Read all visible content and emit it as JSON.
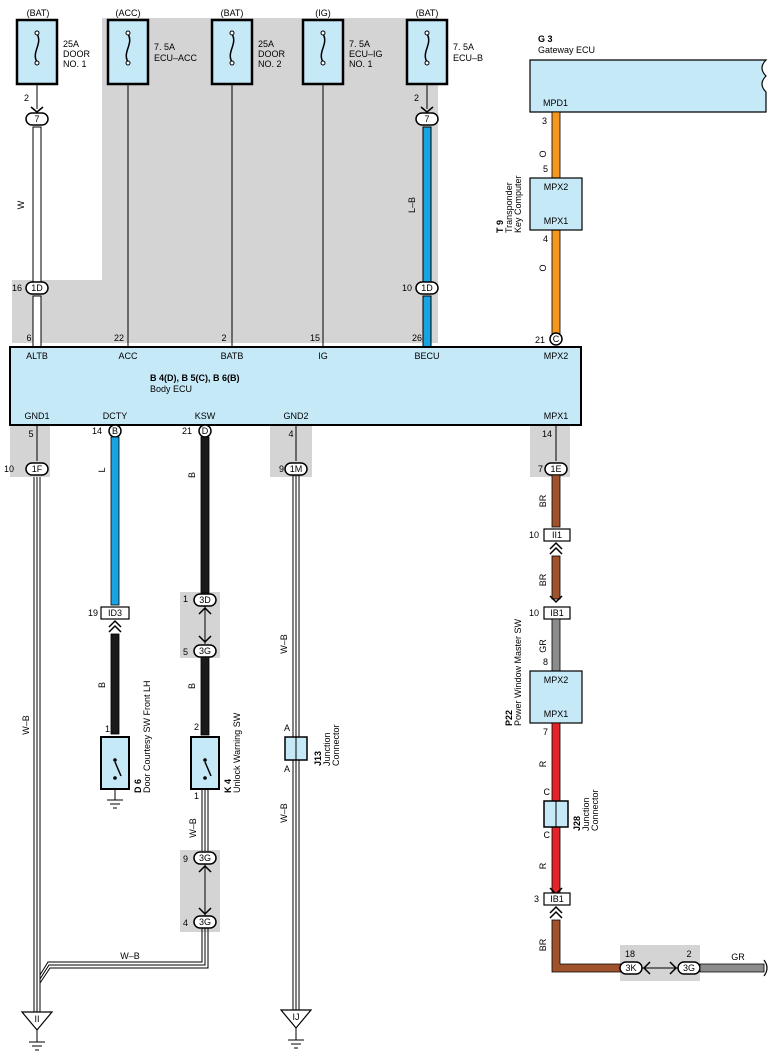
{
  "colors": {
    "ecu_fill": "#c6e9f8",
    "shade": "#d4d4d4",
    "wire_L": "#18a3e2",
    "wire_O": "#f5961f",
    "wire_BR": "#a0522d",
    "wire_R": "#e2252a",
    "wire_GR": "#8c8c8c",
    "wire_B": "#1a1a1a"
  },
  "fuses": [
    {
      "source": "(BAT)",
      "rating": "25A",
      "line2": "DOOR",
      "line3": "NO. 1"
    },
    {
      "source": "(ACC)",
      "rating": "7. 5A",
      "line2": "ECU–ACC",
      "line3": ""
    },
    {
      "source": "(BAT)",
      "rating": "25A",
      "line2": "DOOR",
      "line3": "NO. 2"
    },
    {
      "source": "(IG)",
      "rating": "7. 5A",
      "line2": "ECU–IG",
      "line3": "NO. 1"
    },
    {
      "source": "(BAT)",
      "rating": "7. 5A",
      "line2": "ECU–B",
      "line3": ""
    }
  ],
  "gateway": {
    "code": "G 3",
    "name": "Gateway ECU",
    "pin_name": "MPD1",
    "pin_no": "3"
  },
  "transponder": {
    "code": "T 9",
    "name1": "Transponder",
    "name2": "Key Computer",
    "pin_top": "MPX2",
    "pin_bot": "MPX1",
    "top_no": "5",
    "bot_no": "4"
  },
  "body_ecu": {
    "title": "B 4(D), B 5(C), B 6(B)",
    "name": "Body ECU",
    "top_pins": [
      "ALTB",
      "ACC",
      "BATB",
      "IG",
      "BECU",
      "MPX2"
    ],
    "top_nums": [
      "6",
      "22",
      "2",
      "15",
      "26",
      "21"
    ],
    "bottom_pins": [
      "GND1",
      "DCTY",
      "KSW",
      "GND2",
      "MPX1"
    ],
    "bottom_nums": [
      "5",
      "14",
      "21",
      "4",
      "14"
    ]
  },
  "connectors": {
    "c7a": "7",
    "c7b": "7",
    "c1d_a": "1D",
    "c1d_b": "1D",
    "c1d_a_no": "16",
    "c1d_b_no": "10",
    "fuse1_pin": "2",
    "fuse5_pin": "2",
    "cC": "C",
    "cB": "B",
    "cD": "D",
    "c1F": "1F",
    "c1F_no": "10",
    "c1M": "1M",
    "c1M_no": "9",
    "c1E": "1E",
    "c1E_no": "7",
    "cII1": "II1",
    "cII1_no": "10",
    "cIB1a": "IB1",
    "cIB1a_no": "10",
    "cID3": "ID3",
    "cID3_no": "19",
    "c3D": "3D",
    "c3D_no": "1",
    "c3G_a": "3G",
    "c3G_a_no": "5",
    "c3G_b": "3G",
    "c3G_b_no": "9",
    "c3G_c": "3G",
    "c3G_c_no": "4",
    "cIB1b": "IB1",
    "cIB1b_no": "3",
    "c3K": "3K",
    "c3K_no": "18",
    "c3G_d": "3G",
    "c3G_d_no": "2"
  },
  "wire_labels": {
    "w1": "W",
    "w2": "L–B",
    "o1": "O",
    "o2": "O",
    "l1": "L",
    "b1": "B",
    "b2": "B",
    "b3": "B",
    "wb1": "W–B",
    "wb2": "W–B",
    "wb3": "W–B",
    "wb4": "W–B",
    "wb5": "W–B",
    "br1": "BR",
    "br2": "BR",
    "br3": "BR",
    "gr1": "GR",
    "gr2": "GR",
    "r1": "R",
    "r2": "R"
  },
  "components": {
    "d6": {
      "code": "D 6",
      "name": "Door Courtesy SW Front LH",
      "pin": "1"
    },
    "k4": {
      "code": "K 4",
      "name": "Unlock Warning SW",
      "pin_top": "2",
      "pin_bot": "1"
    },
    "j13": {
      "code": "J13",
      "name1": "Junction",
      "name2": "Connector",
      "pin_top": "A",
      "pin_bot": "A"
    },
    "p22": {
      "code": "P22",
      "name": "Power Window Master SW",
      "pin_top": "MPX2",
      "pin_bot": "MPX1",
      "top_no": "8",
      "bot_no": "7"
    },
    "j28": {
      "code": "J28",
      "name1": "Junction",
      "name2": "Connector",
      "pin_top": "C",
      "pin_bot": "C"
    }
  },
  "grounds": [
    "II",
    "IJ"
  ]
}
